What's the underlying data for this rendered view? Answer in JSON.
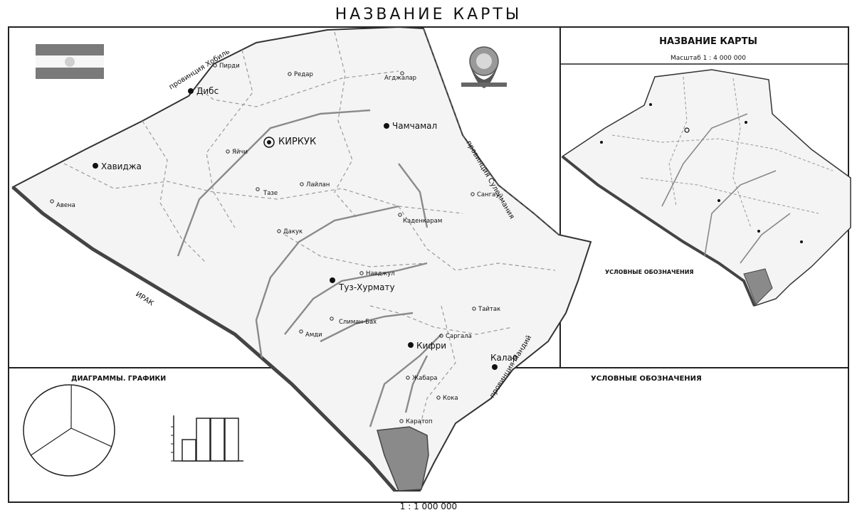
{
  "map": {
    "title": "НАЗВАНИЕ КАРТЫ",
    "scale": "1 : 1 000 000"
  },
  "inset": {
    "title": "НАЗВАНИЕ КАРТЫ",
    "scale": "Масштаб  1 : 4 000 000",
    "legend_title": "УСЛОВНЫЕ ОБОЗНАЧЕНИЯ"
  },
  "panels": {
    "charts_title": "ДИАГРАММЫ. ГРАФИКИ",
    "legend_title": "УСЛОВНЫЕ ОБОЗНАЧЕНИЯ"
  },
  "borders": {
    "west": "провинция Хобиль",
    "east": "провинция Сулеймания",
    "southeast": "провинция Мандий",
    "southwest": "ИРАК"
  },
  "cities": [
    {
      "name": "КИРКУК",
      "kind": "capital"
    },
    {
      "name": "Дибс",
      "kind": "town"
    },
    {
      "name": "Чамчамал",
      "kind": "town"
    },
    {
      "name": "Хавиджа",
      "kind": "town"
    },
    {
      "name": "Туз-Хурмату",
      "kind": "town"
    },
    {
      "name": "Кифри",
      "kind": "town"
    },
    {
      "name": "Калар",
      "kind": "town"
    }
  ],
  "villages": [
    "Пирди",
    "Редар",
    "Агджалар",
    "Яйчи",
    "Тазе",
    "Лайлан",
    "Авена",
    "Сангау",
    "Каденкарам",
    "Дакук",
    "Навджул",
    "Тайтак",
    "Слиман-Бах",
    "Амди",
    "Саргала",
    "Жабара",
    "Кока",
    "Каратоп"
  ],
  "colors": {
    "land": "#f4f4f4",
    "shaded_area": "#8a8a8a",
    "border": "#333333",
    "river": "#888888"
  },
  "icons": [
    "flag-icon",
    "emblem-icon"
  ],
  "chart_data": [
    {
      "type": "pie",
      "values": [
        30,
        35,
        35
      ],
      "title": "",
      "labels": []
    },
    {
      "type": "bar",
      "categories": [
        "",
        "",
        "",
        ""
      ],
      "values": [
        1,
        2,
        2,
        2
      ],
      "title": "",
      "xlabel": "",
      "ylabel": ""
    }
  ]
}
